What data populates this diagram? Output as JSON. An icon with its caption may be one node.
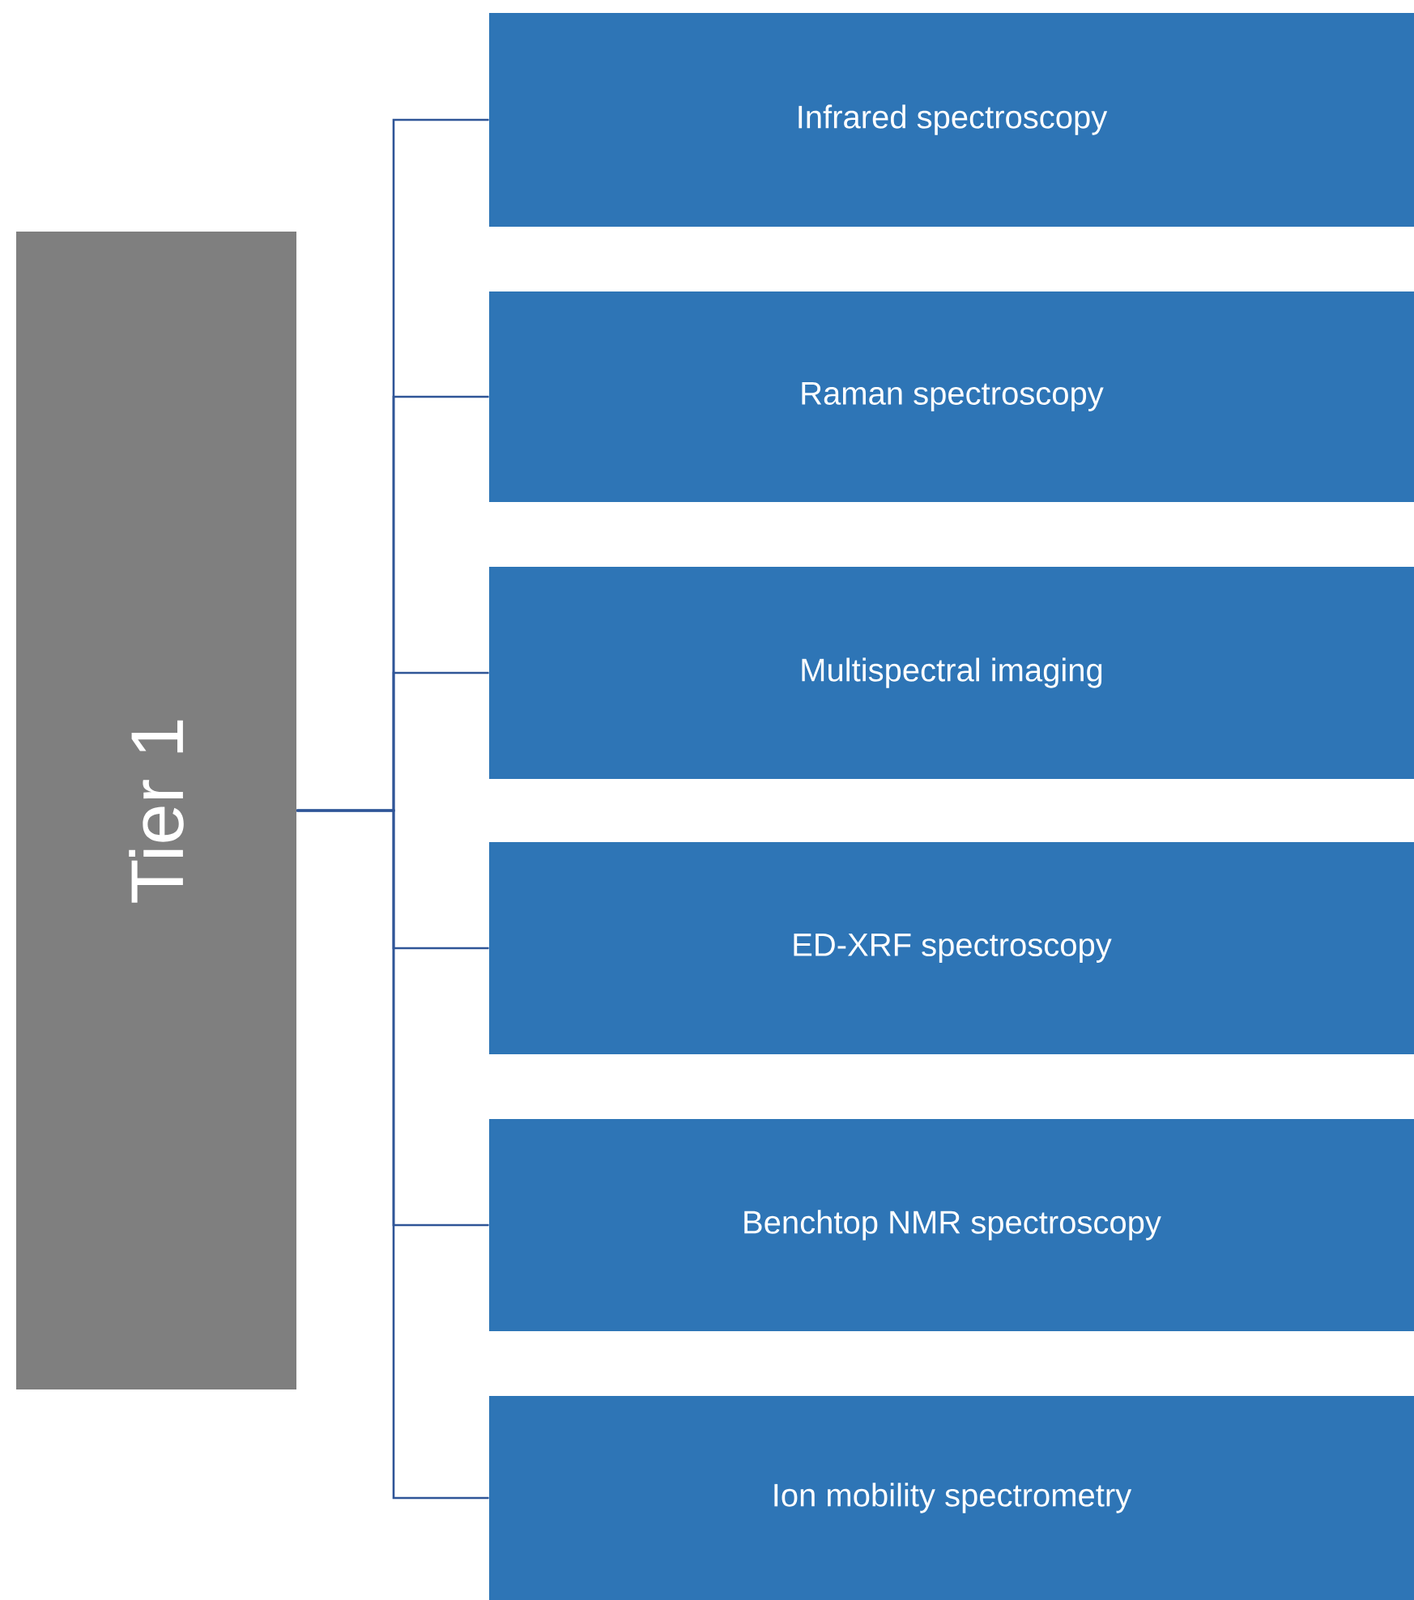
{
  "diagram": {
    "nodes": [
      {
        "text": [
          "Tier 1"
        ]
      },
      {
        "text": [
          "Infrared spectroscopy"
        ]
      },
      {
        "text": [
          "Raman spectroscopy"
        ]
      },
      {
        "text": [
          "Multispectral imaging"
        ]
      },
      {
        "text": [
          "ED-XRF spectroscopy"
        ]
      },
      {
        "text": [
          "Benchtop NMR spectroscopy"
        ]
      },
      {
        "text": [
          "Ion mobility spectrometry"
        ]
      }
    ],
    "edges": [
      {
        "from": 0,
        "to": 1,
        "arrow": "none"
      },
      {
        "from": 0,
        "to": 2,
        "arrow": "none"
      },
      {
        "from": 0,
        "to": 3,
        "arrow": "none"
      },
      {
        "from": 0,
        "to": 4,
        "arrow": "none"
      },
      {
        "from": 0,
        "to": 5,
        "arrow": "none"
      },
      {
        "from": 0,
        "to": 6,
        "arrow": "none"
      }
    ]
  }
}
